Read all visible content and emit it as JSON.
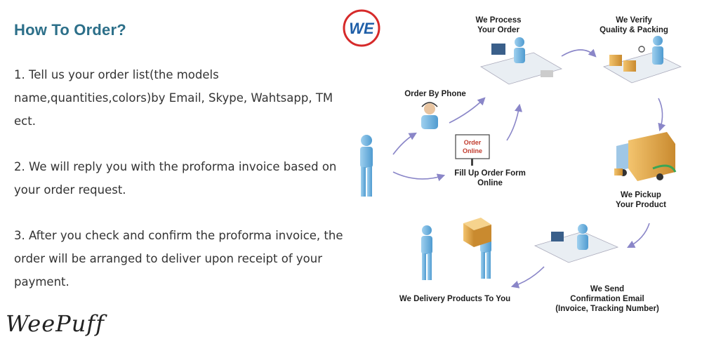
{
  "title": "How To Order?",
  "steps": [
    "1. Tell us your order list(the models name,quantities,colors)by Email, Skype, Wahtsapp, TM ect.",
    "2. We will reply you with the proforma invoice based on your order request.",
    "3. After you check and confirm the proforma invoice, the order will be arranged to deliver upon receipt of your payment."
  ],
  "brand": "WeePuff",
  "logo": {
    "text": "WE",
    "ring_color": "#d62a2a",
    "text_color": "#1f5fa8"
  },
  "colors": {
    "title": "#2c6f89",
    "arrow": "#8a86c8",
    "person": "#6fb6e3",
    "box": "#e2a64a"
  },
  "diagram": {
    "order_by_phone": "Order By Phone",
    "order_online_sign_line1": "Order",
    "order_online_sign_line2": "Online",
    "fill_form_line1": "Fill Up Order Form",
    "fill_form_line2": "Online",
    "process_line1": "We Process",
    "process_line2": "Your Order",
    "verify_line1": "We Verify",
    "verify_line2": "Quality & Packing",
    "pickup_line1": "We Pickup",
    "pickup_line2": "Your  Product",
    "send_line1": "We Send",
    "send_line2": "Confirmation Email",
    "send_line3": "(Invoice, Tracking Number)",
    "delivery": "We Delivery Products To You"
  },
  "icons": [
    "customer-person-icon",
    "phone-operator-icon",
    "order-online-sign-icon",
    "office-worker-icon",
    "packing-worker-icon",
    "delivery-truck-icon",
    "email-operator-icon",
    "delivered-customer-icon",
    "package-box-icon",
    "flow-arrow-icon"
  ]
}
